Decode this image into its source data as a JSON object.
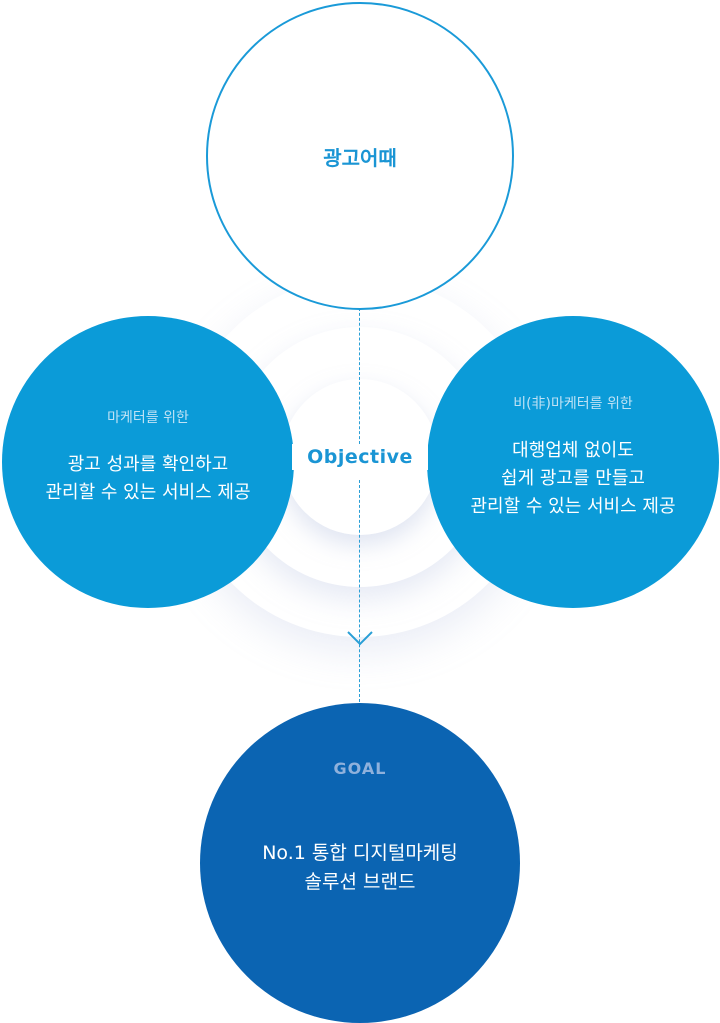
{
  "diagram": {
    "top": {
      "title": "광고어때"
    },
    "left": {
      "subtitle": "마케터를 위한",
      "lines": [
        "광고 성과를 확인하고",
        "관리할 수 있는 서비스 제공"
      ]
    },
    "right": {
      "subtitle": "비(非)마케터를 위한",
      "lines": [
        "대행업체 없이도",
        "쉽게 광고를 만들고",
        "관리할 수 있는 서비스 제공"
      ]
    },
    "center": {
      "label": "Objective"
    },
    "bottom": {
      "label": "GOAL",
      "lines": [
        "No.1 통합 디지털마케팅",
        "솔루션 브랜드"
      ]
    }
  },
  "colors": {
    "accent_blue": "#1a95d4",
    "light_blue_circle": "#0b9bd8",
    "dark_blue_circle": "#0b64b2",
    "subtitle_text": "#bfe2f5",
    "goal_label": "#8fb1dc"
  },
  "icons": {
    "arrow": "chevron-down-icon"
  }
}
